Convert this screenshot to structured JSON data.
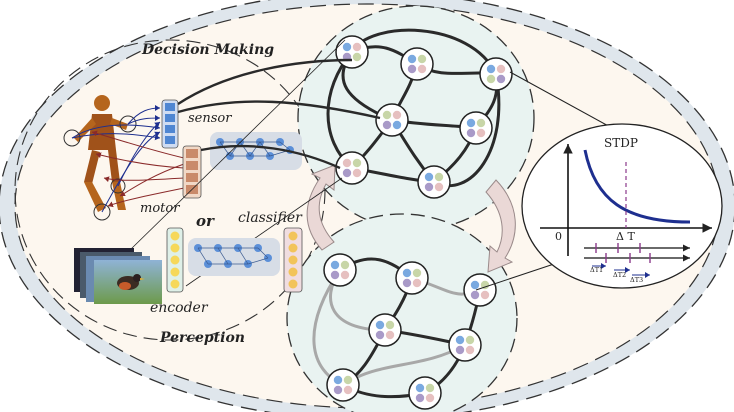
{
  "labels": {
    "decision_making": "Decision Making",
    "sensor": "sensor",
    "motor": "motor",
    "or": "or",
    "classifier": "classifier",
    "encoder": "encoder",
    "perception": "Perception"
  },
  "stdp": {
    "title": "STDP",
    "origin": "0",
    "delta_t": "Δ T",
    "t1": "ΔT1",
    "t2": "ΔT2",
    "t3": "ΔT3"
  },
  "colors": {
    "outer_ring": "#dfe6ec",
    "ellipse_fill": "#fdf7ef",
    "cluster_fill": "#e9f3f1",
    "edge_dark": "#2a2a2a",
    "edge_gray": "#a8a8a8",
    "curve_blue": "#1e2f8f",
    "spike_purple": "#8b3a8b",
    "arrow_fill": "#ead8d6",
    "node_blue": "#7aa9e0",
    "node_green": "#c8d6a8",
    "node_purple": "#a99ac8",
    "node_pink": "#e6c0c0",
    "sensor_blue": "#4f86d2",
    "motor_brown": "#c98a6a",
    "encoder_yellow": "#f6d85a",
    "classifier_yellow": "#f2c45a",
    "net_box": "#d7dde6"
  },
  "icons": [
    "wooden-figure-image",
    "photo-stack-image",
    "bird-photo-image"
  ]
}
